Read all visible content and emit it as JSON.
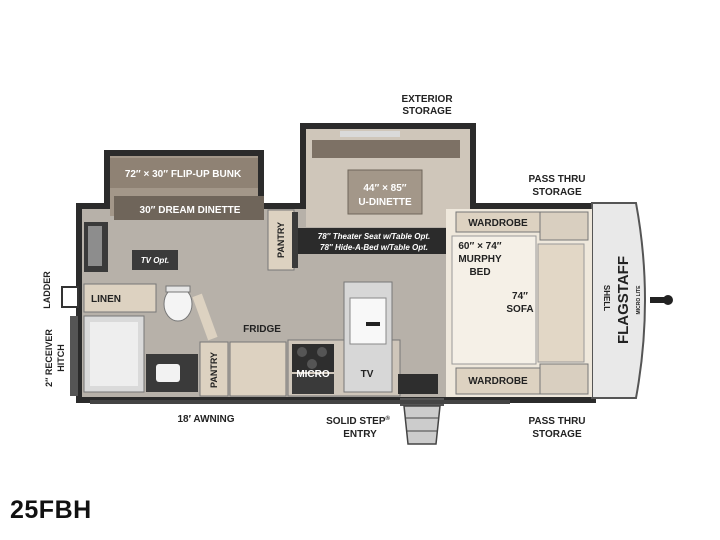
{
  "model": "25FBH",
  "brand": "FLAGSTAFF",
  "brand_sub": "MICRO LITE",
  "brand_shell": "SHELL",
  "labels": {
    "exterior_storage_1": "EXTERIOR",
    "exterior_storage_2": "STORAGE",
    "pass_thru_top_1": "PASS THRU",
    "pass_thru_top_2": "STORAGE",
    "pass_thru_bottom_1": "PASS THRU",
    "pass_thru_bottom_2": "STORAGE",
    "bunk": "72″ × 30″ FLIP-UP BUNK",
    "dream_dinette": "30″ DREAM DINETTE",
    "udinette_size": "44″ × 85″",
    "udinette": "U-DINETTE",
    "theater_1": "78″ Theater Seat w/Table Opt.",
    "theater_2": "78″ Hide-A-Bed w/Table Opt.",
    "pantry_top": "PANTRY",
    "pantry_bottom": "PANTRY",
    "tv_opt": "TV Opt.",
    "ladder": "LADDER",
    "linen": "LINEN",
    "receiver_1": "2″ RECEIVER",
    "receiver_2": "HITCH",
    "fridge": "FRIDGE",
    "micro": "MICRO",
    "tv": "TV",
    "wardrobe_top": "WARDROBE",
    "wardrobe_bottom": "WARDROBE",
    "murphy_size": "60″ × 74″",
    "murphy_1": "MURPHY",
    "murphy_2": "BED",
    "sofa_size": "74″",
    "sofa": "SOFA",
    "awning": "18′ AWNING",
    "entry_1": "SOLID STEP",
    "entry_sup": "®",
    "entry_2": "ENTRY"
  },
  "colors": {
    "wall": "#2b2b2b",
    "floor": "#b7b1a9",
    "cabinet": "#ddd2c1",
    "dinette": "#a39789",
    "dark": "#3a3a3a",
    "bed": "#efe8dc"
  }
}
